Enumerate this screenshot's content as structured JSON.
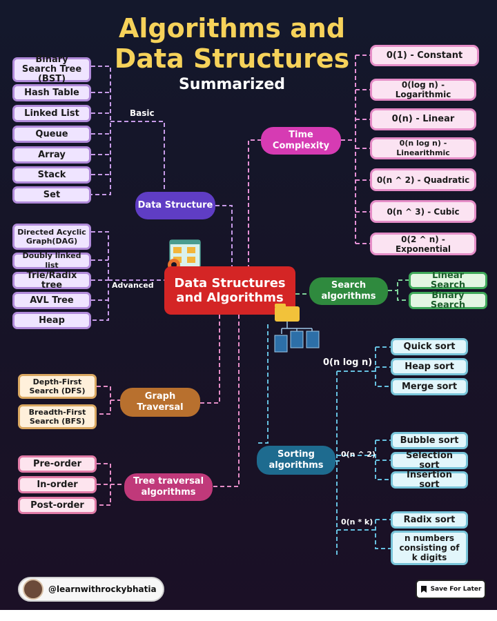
{
  "title_line1": "Algorithms and",
  "title_line2": "Data Structures",
  "subtitle": "Summarized",
  "center": "Data Structures and Algorithms",
  "data_structure": {
    "label": "Data Structure",
    "basic_label": "Basic",
    "advanced_label": "Advanced",
    "basic": [
      "Binary Search Tree (BST)",
      "Hash Table",
      "Linked List",
      "Queue",
      "Array",
      "Stack",
      "Set"
    ],
    "advanced": [
      "Directed Acyclic Graph(DAG)",
      "Doubly linked list",
      "Trie/Radix tree",
      "AVL Tree",
      "Heap"
    ]
  },
  "time_complexity": {
    "label": "Time Complexity",
    "items": [
      "0(1) - Constant",
      "0(log n) - Logarithmic",
      "0(n) - Linear",
      "0(n log n) - Linearithmic",
      "0(n ^ 2) - Quadratic",
      "0(n ^ 3) - Cubic",
      "0(2 ^ n) - Exponential"
    ]
  },
  "search": {
    "label": "Search algorithms",
    "items": [
      "Linear Search",
      "Binary Search"
    ]
  },
  "graph": {
    "label": "Graph Traversal",
    "items": [
      "Depth-First Search (DFS)",
      "Breadth-First Search (BFS)"
    ]
  },
  "tree": {
    "label": "Tree traversal algorithms",
    "items": [
      "Pre-order",
      "In-order",
      "Post-order"
    ]
  },
  "sorting": {
    "label": "Sorting algorithms",
    "group1_label": "0(n log n)",
    "group1": [
      "Quick sort",
      "Heap sort",
      "Merge sort"
    ],
    "group2_label": "0(n ^ 2)",
    "group2": [
      "Bubble sort",
      "Selection sort",
      "Insertion sort"
    ],
    "group3_label": "0(n * k)",
    "group3": [
      "Radix sort",
      "n numbers consisting of k digits"
    ]
  },
  "footer": {
    "handle": "@learnwithrockybhatia",
    "save": "Save For Later"
  },
  "colors": {
    "data_structure": "#5f3dc4",
    "time_complexity": "#d63bb3",
    "search": "#2f8a3e",
    "graph": "#b8702e",
    "tree": "#c0397a",
    "sorting": "#1e6b8f",
    "center": "#d42525"
  }
}
